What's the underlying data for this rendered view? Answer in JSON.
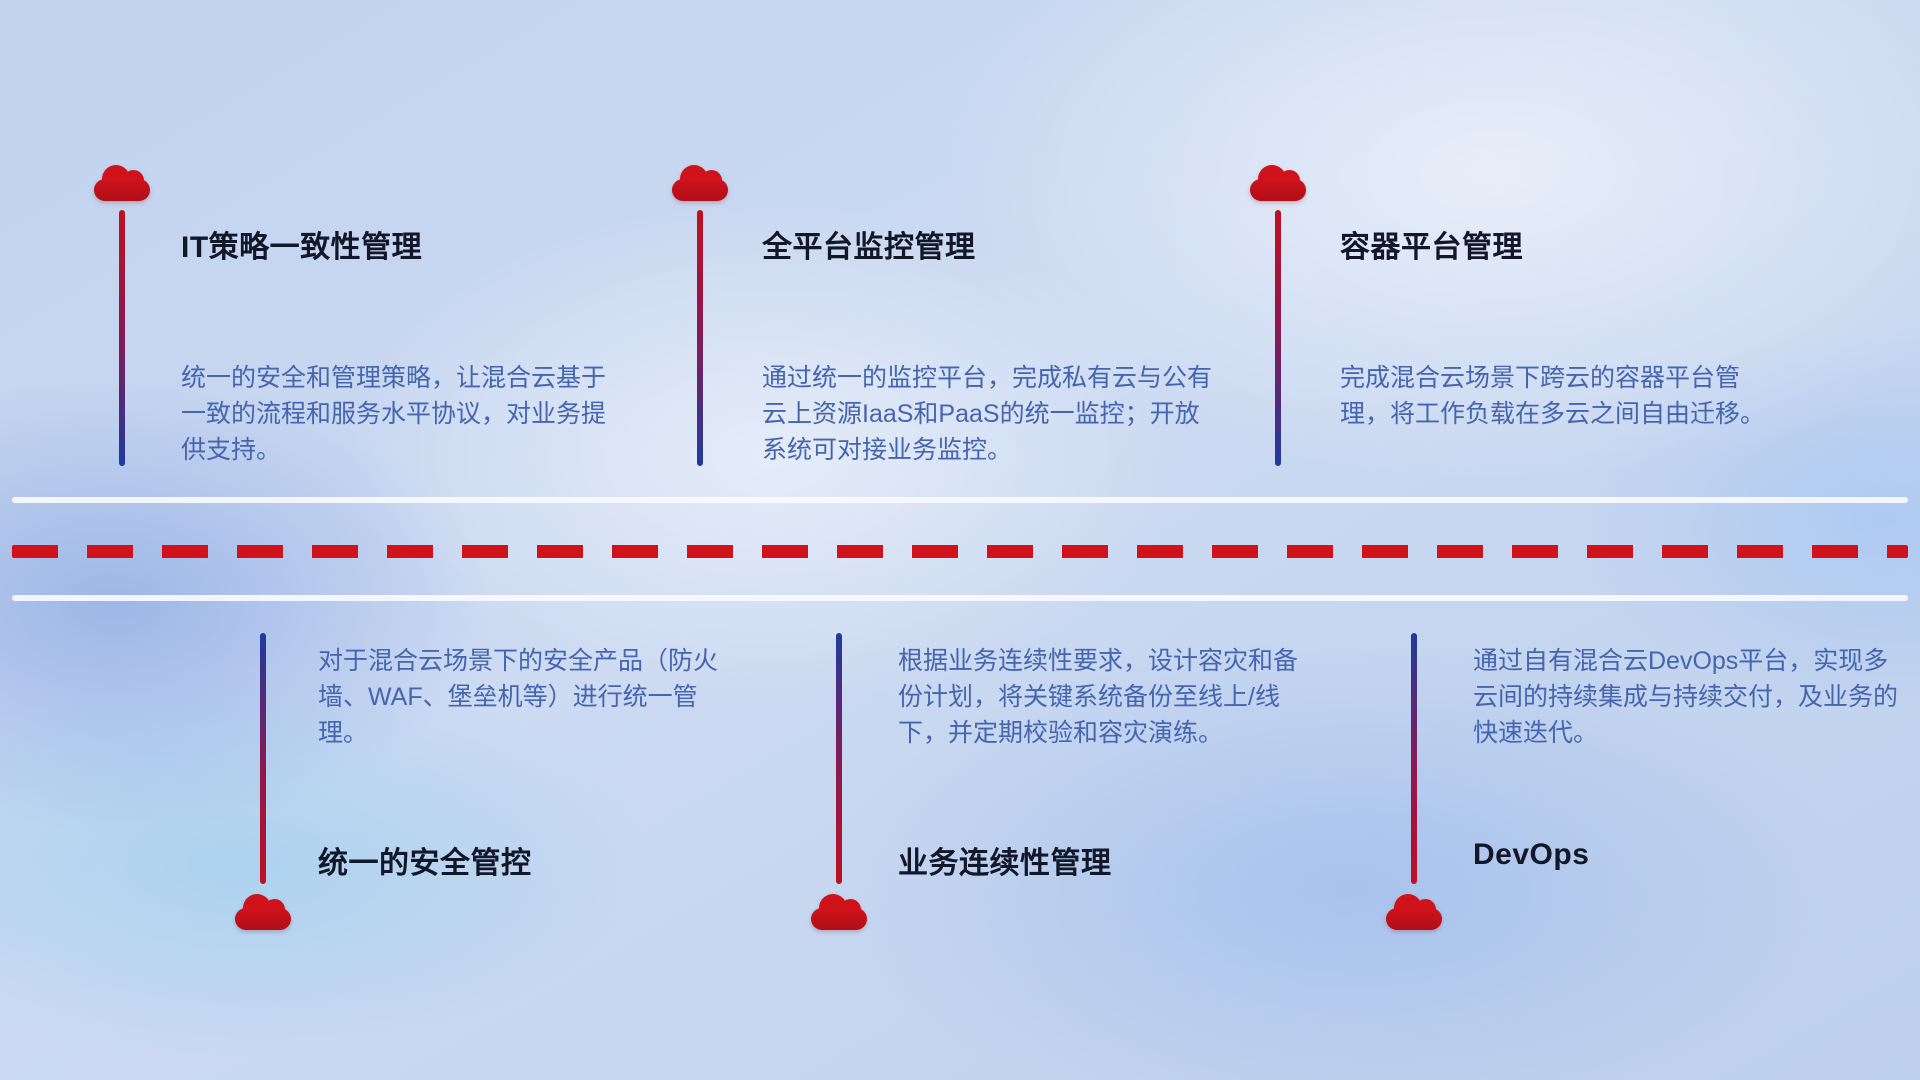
{
  "theme": {
    "accent_red": "#d0121b",
    "accent_blue": "#1e3c9c",
    "title_color": "#12182a",
    "desc_color": "#4565ae",
    "line_white": "rgba(248,250,255,0.92)"
  },
  "top_items": [
    {
      "title": "IT策略一致性管理",
      "desc": "统一的安全和管理策略，让混合云基于一致的流程和服务水平协议，对业务提供支持。"
    },
    {
      "title": "全平台监控管理",
      "desc": "通过统一的监控平台，完成私有云与公有云上资源IaaS和PaaS的统一监控；开放系统可对接业务监控。"
    },
    {
      "title": "容器平台管理",
      "desc": "完成混合云场景下跨云的容器平台管理，将工作负载在多云之间自由迁移。"
    }
  ],
  "bottom_items": [
    {
      "title": "统一的安全管控",
      "desc": "对于混合云场景下的安全产品（防火墙、WAF、堡垒机等）进行统一管理。"
    },
    {
      "title": "业务连续性管理",
      "desc": "根据业务连续性要求，设计容灾和备份计划，将关键系统备份至线上/线下，并定期校验和容灾演练。"
    },
    {
      "title": "DevOps",
      "desc": "通过自有混合云DevOps平台，实现多云间的持续集成与持续交付，及业务的快速迭代。"
    }
  ]
}
